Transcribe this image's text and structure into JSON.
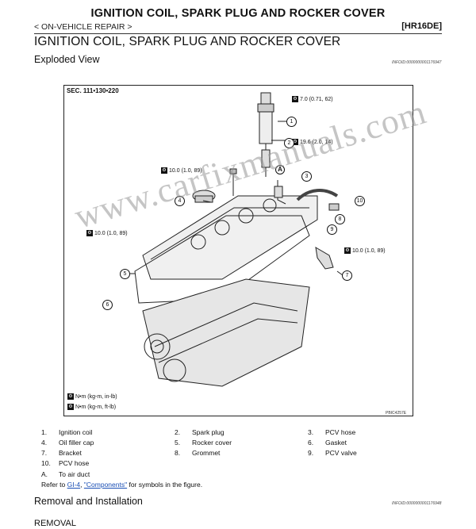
{
  "header": {
    "title": "IGNITION COIL, SPARK PLUG AND ROCKER COVER",
    "breadcrumb": "< ON-VEHICLE REPAIR >",
    "code": "[HR16DE]"
  },
  "section": {
    "title": "IGNITION COIL, SPARK PLUG AND ROCKER COVER",
    "subtitle": "Exploded View",
    "subtitle_ref": "INFOID:0000000001176947"
  },
  "figure": {
    "sec_label": "SEC. 111•130•220",
    "fig_ref": "PBIC4257E",
    "torques": [
      "7.0 (0.71, 62)",
      "19.6 (2.0, 14)",
      "10.0 (1.0, 89)",
      "10.0 (1.0, 89)",
      "10.0 (1.0, 89)"
    ],
    "callouts": [
      "1",
      "2",
      "3",
      "4",
      "5",
      "6",
      "7",
      "8",
      "9",
      "10"
    ],
    "arrow_label": "A",
    "legend": [
      "N•m (kg-m, in-lb)",
      "N•m (kg-m, ft-lb)"
    ],
    "watermark": "www.carfixmanuals.com"
  },
  "parts": [
    {
      "n": "1.",
      "label": "Ignition coil"
    },
    {
      "n": "2.",
      "label": "Spark plug"
    },
    {
      "n": "3.",
      "label": "PCV hose"
    },
    {
      "n": "4.",
      "label": "Oil filler cap"
    },
    {
      "n": "5.",
      "label": "Rocker cover"
    },
    {
      "n": "6.",
      "label": "Gasket"
    },
    {
      "n": "7.",
      "label": "Bracket"
    },
    {
      "n": "8.",
      "label": "Grommet"
    },
    {
      "n": "9.",
      "label": "PCV valve"
    },
    {
      "n": "10.",
      "label": "PCV hose"
    },
    {
      "n": "A.",
      "label": "To air duct"
    }
  ],
  "refer": {
    "prefix": "Refer to ",
    "link1": "GI-4",
    "sep": ", ",
    "link2": "\"Components\"",
    "suffix": " for symbols in the figure."
  },
  "removal": {
    "title": "Removal and Installation",
    "ref": "INFOID:0000000001176948",
    "subheading": "REMOVAL"
  }
}
